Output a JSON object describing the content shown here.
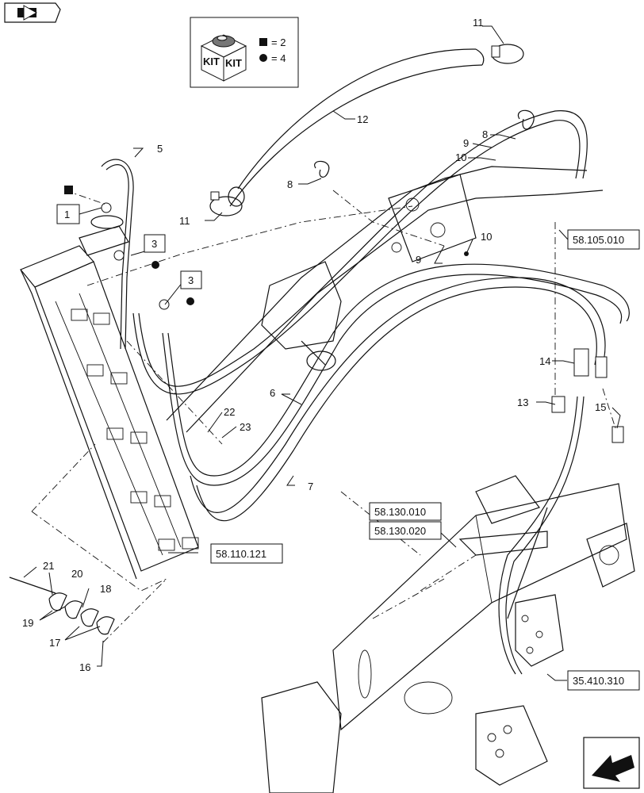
{
  "kit_legend": {
    "kit_word_1": "KIT",
    "kit_word_2": "KIT",
    "square_count": "= 2",
    "circle_count": "= 4"
  },
  "callouts": {
    "c1": "1",
    "c3a": "3",
    "c3b": "3",
    "c5": "5",
    "c6": "6",
    "c7": "7",
    "c8a": "8",
    "c8b": "8",
    "c9a": "9",
    "c9b": "9",
    "c10a": "10",
    "c10b": "10",
    "c11a": "11",
    "c11b": "11",
    "c12": "12",
    "c13": "13",
    "c14": "14",
    "c15": "15",
    "c16": "16",
    "c17": "17",
    "c18": "18",
    "c19": "19",
    "c20": "20",
    "c21": "21",
    "c22": "22",
    "c23": "23"
  },
  "references": {
    "r1": "58.105.010",
    "r2": "58.130.010",
    "r3": "58.130.020",
    "r4": "58.110.121",
    "r5": "35.410.310"
  },
  "icons": {
    "top_left": "back-navigation-icon",
    "bottom_right": "next-page-arrow-icon"
  }
}
